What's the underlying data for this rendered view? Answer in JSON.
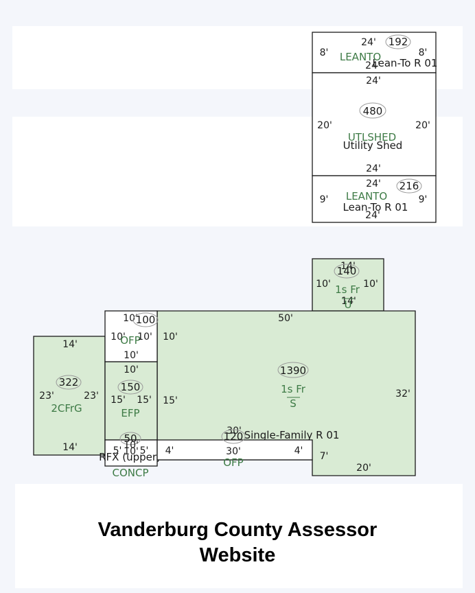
{
  "caption": {
    "line1": "Vanderburg County Assessor",
    "line2": "Website"
  },
  "colors": {
    "fill_green": "#d9ebd4",
    "fill_white": "#ffffff",
    "stroke": "#1a1a1a",
    "label_green": "#3d7a45"
  },
  "icons": {
    "area_marker": "oval-icon"
  },
  "sketch": {
    "leanto_top": {
      "code": "LEANTO",
      "desc": "Lean-To R 01",
      "area": "192",
      "top": "24'",
      "bottom": "24'",
      "left": "8'",
      "right": "8'"
    },
    "utlshed": {
      "code": "UTLSHED",
      "desc": "Utility Shed",
      "area": "480",
      "top": "24'",
      "bottom": "24'",
      "left": "20'",
      "right": "20'"
    },
    "leanto_bottom": {
      "code": "LEANTO",
      "desc": "Lean-To R 01",
      "area": "216",
      "top": "24'",
      "bottom": "24'",
      "left": "9'",
      "right": "9'"
    },
    "fr_upper": {
      "code": "1s Fr",
      "sub": "U",
      "area": "140",
      "top": "14'",
      "bottom": "14'",
      "left": "10'",
      "right": "10'"
    },
    "main": {
      "code": "1s Fr",
      "sub": "S",
      "area": "1390",
      "desc": "Single-Family R 01",
      "top": "50'",
      "right": "32'",
      "bottom": "20'",
      "step": "7'",
      "left_upper": "10'",
      "left_lower": "15'"
    },
    "ofp_top": {
      "code": "OFP",
      "area": "100",
      "top": "10'",
      "bottom": "10'",
      "left": "10'",
      "right": "10'"
    },
    "efp": {
      "code": "EFP",
      "area": "150",
      "top": "10'",
      "left": "15'",
      "right": "15'"
    },
    "cfrg": {
      "code": "2CFrG",
      "area": "322",
      "top": "14'",
      "bottom": "14'",
      "left": "23'",
      "right": "23'"
    },
    "concp": {
      "code": "CONCP",
      "desc": "RFX (upper)",
      "area": "50",
      "top": "10'",
      "bottom": "10'",
      "left": "5'",
      "right": "5'"
    },
    "ofp_bottom": {
      "code": "OFP",
      "area": "120",
      "top": "30'",
      "bottom": "30'",
      "left": "4'",
      "right": "4'"
    }
  }
}
